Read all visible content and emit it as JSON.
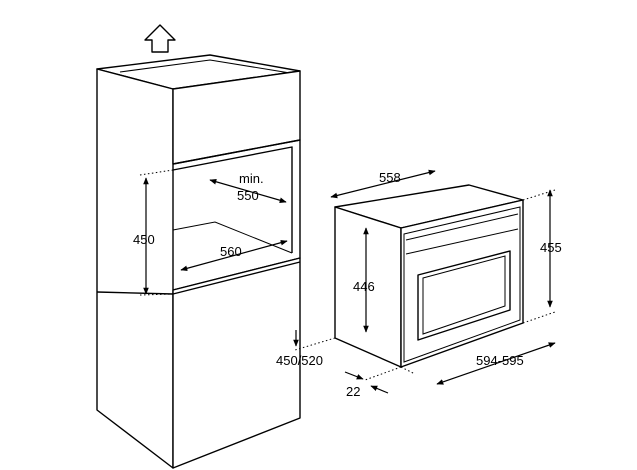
{
  "dimensions": {
    "cabinet_top_label": "min.",
    "cabinet_depth": "550",
    "niche_height": "450",
    "niche_width": "560",
    "cabinet_side_depth": "450/520",
    "oven_depth": "558",
    "oven_height_total": "455",
    "oven_body_height": "446",
    "oven_width": "594-595",
    "front_offset": "22"
  },
  "icons": {
    "up_arrow": "ventilation-up-arrow-icon"
  }
}
